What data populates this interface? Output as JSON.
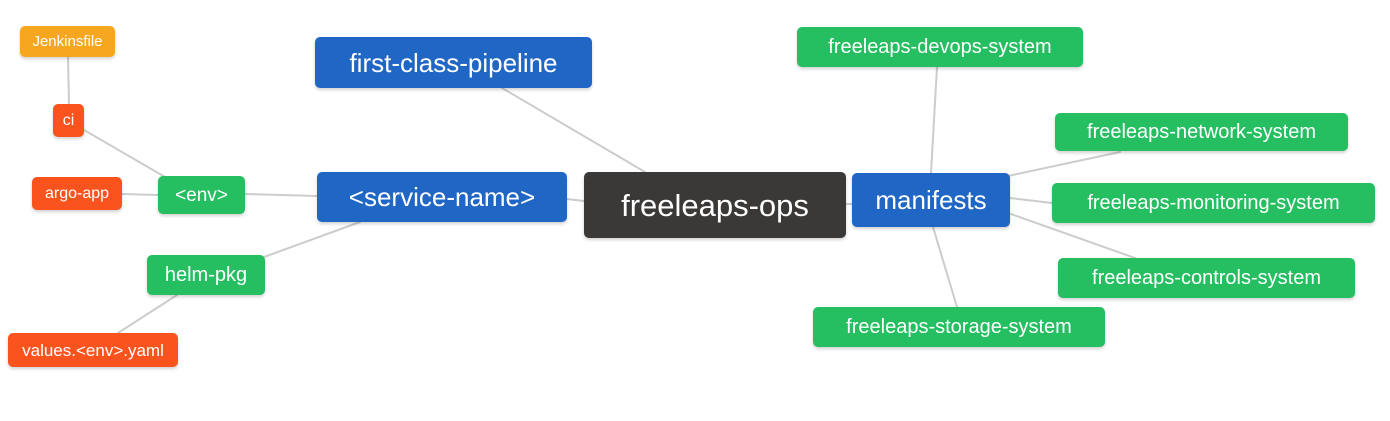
{
  "palette": {
    "canvas_bg": "#FFFFFF",
    "root_bg": "#3B3937",
    "level1_bg": "#2066C4",
    "green_bg": "#25BF62",
    "red_bg": "#FB531E",
    "amber_bg": "#F7A61F",
    "edge_color": "#CCCCCC",
    "node_text": "#FFFFFF"
  },
  "mindmap": {
    "nodes": [
      {
        "id": "freeleaps-ops",
        "label": "freeleaps-ops",
        "role": "root"
      },
      {
        "id": "first-class-pipeline",
        "label": "first-class-pipeline",
        "role": "level1"
      },
      {
        "id": "service-name",
        "label": "<service-name>",
        "role": "level1"
      },
      {
        "id": "manifests",
        "label": "manifests",
        "role": "level1"
      },
      {
        "id": "env",
        "label": "<env>",
        "role": "green"
      },
      {
        "id": "ci",
        "label": "ci",
        "role": "red"
      },
      {
        "id": "jenkinsfile",
        "label": "Jenkinsfile",
        "role": "amber"
      },
      {
        "id": "argo-app",
        "label": "argo-app",
        "role": "red"
      },
      {
        "id": "helm-pkg",
        "label": "helm-pkg",
        "role": "green"
      },
      {
        "id": "values-env-yaml",
        "label": "values.<env>.yaml",
        "role": "red"
      },
      {
        "id": "freeleaps-devops-system",
        "label": "freeleaps-devops-system",
        "role": "green"
      },
      {
        "id": "freeleaps-network-system",
        "label": "freeleaps-network-system",
        "role": "green"
      },
      {
        "id": "freeleaps-monitoring-system",
        "label": "freeleaps-monitoring-system",
        "role": "green"
      },
      {
        "id": "freeleaps-controls-system",
        "label": "freeleaps-controls-system",
        "role": "green"
      },
      {
        "id": "freeleaps-storage-system",
        "label": "freeleaps-storage-system",
        "role": "green"
      }
    ],
    "edges": [
      {
        "from": "jenkinsfile",
        "to": "ci"
      },
      {
        "from": "ci",
        "to": "env"
      },
      {
        "from": "argo-app",
        "to": "env"
      },
      {
        "from": "env",
        "to": "service-name"
      },
      {
        "from": "helm-pkg",
        "to": "service-name"
      },
      {
        "from": "values-env-yaml",
        "to": "helm-pkg"
      },
      {
        "from": "first-class-pipeline",
        "to": "freeleaps-ops"
      },
      {
        "from": "service-name",
        "to": "freeleaps-ops"
      },
      {
        "from": "manifests",
        "to": "freeleaps-ops"
      },
      {
        "from": "freeleaps-devops-system",
        "to": "manifests"
      },
      {
        "from": "freeleaps-network-system",
        "to": "manifests"
      },
      {
        "from": "freeleaps-monitoring-system",
        "to": "manifests"
      },
      {
        "from": "freeleaps-controls-system",
        "to": "manifests"
      },
      {
        "from": "freeleaps-storage-system",
        "to": "manifests"
      }
    ]
  }
}
